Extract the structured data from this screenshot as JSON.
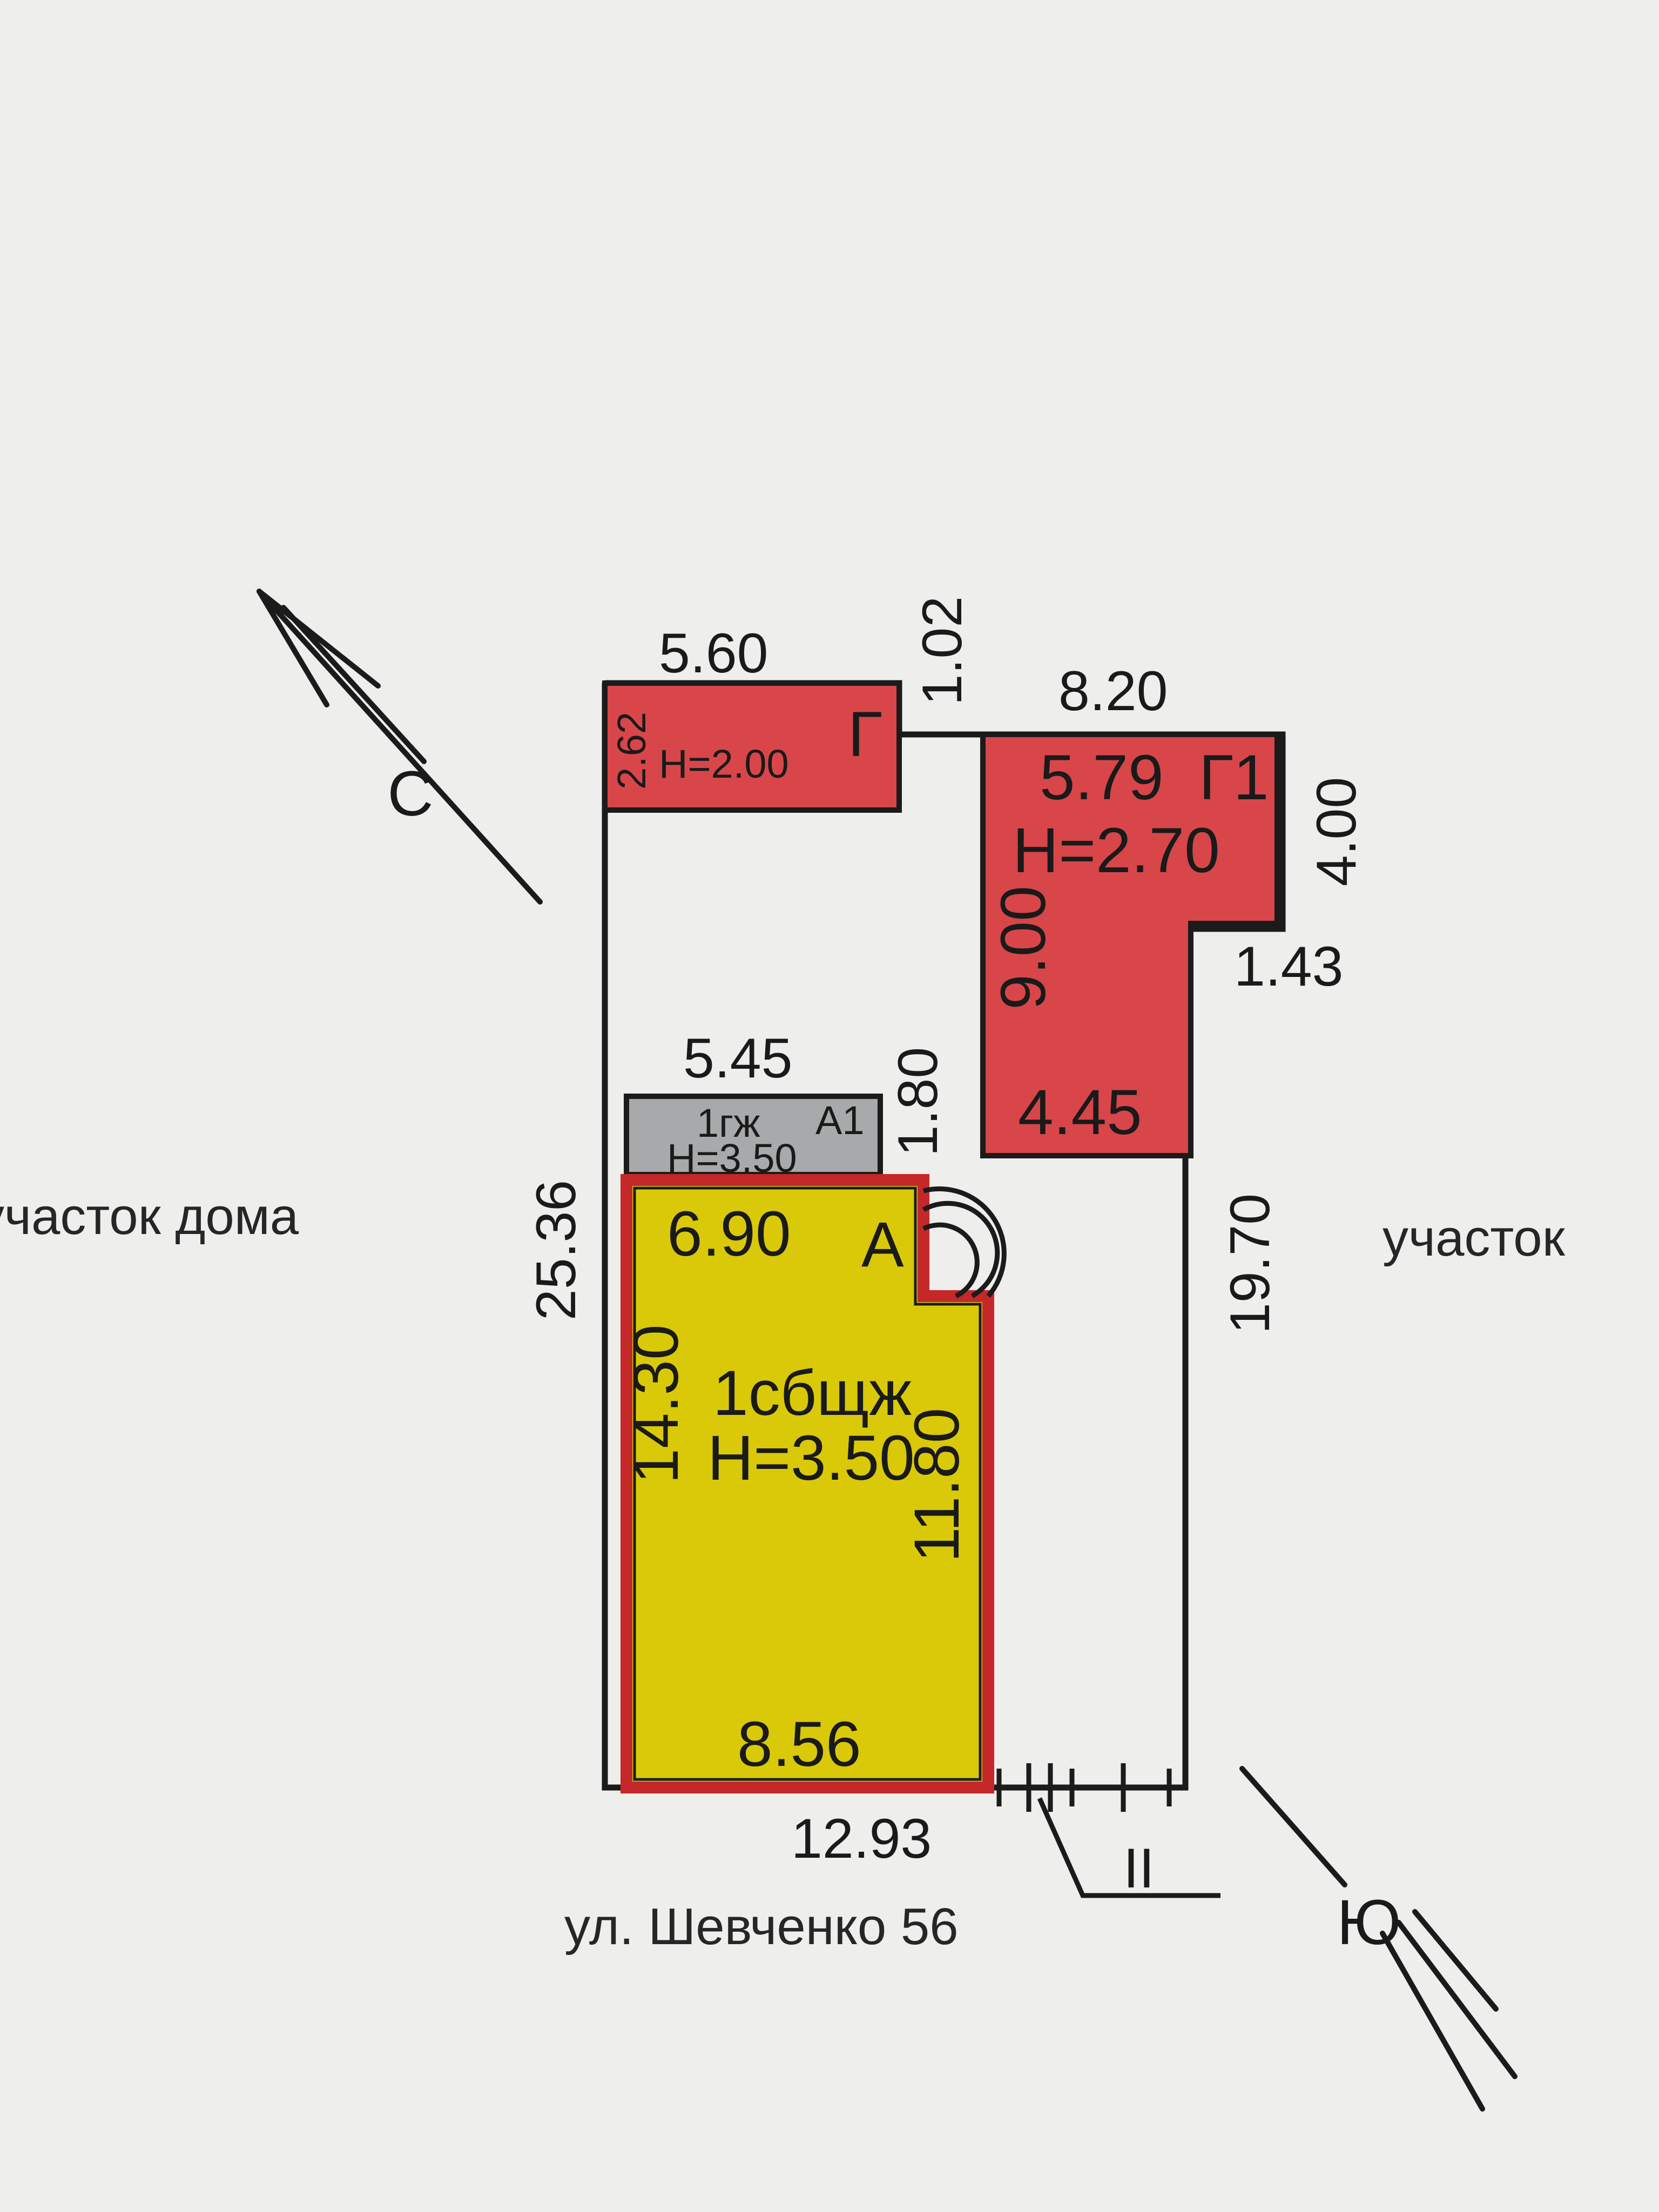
{
  "colors": {
    "paper": "#eeeeec",
    "house": "#d9c908",
    "house_outline": "#c42828",
    "annex": "#a7a9aa",
    "outbuilding": "#d8464a",
    "line": "#1b1b1b"
  },
  "compass": {
    "north": "С",
    "south": "Ю"
  },
  "neighbors": {
    "left": "участок дома",
    "right": "участок"
  },
  "street": "ул. Шевченко 56",
  "gate_mark": "II",
  "plot_dims": {
    "left": "25.36",
    "right": "19.70",
    "bottom": "12.93",
    "top_left": "5.60",
    "top_step": "1.02",
    "top_right": "8.20",
    "right_step_vertical": "4.00",
    "right_step_horizontal": "1.43"
  },
  "house": {
    "code": "А",
    "label": "1сбщж",
    "height": "H=3.50",
    "dims": {
      "top": "6.90",
      "left": "14.30",
      "right": "11.80",
      "bottom": "8.56"
    }
  },
  "annex": {
    "code": "А1",
    "label": "1гж",
    "height": "H=3.50",
    "dims": {
      "top": "5.45",
      "right": "1.80"
    }
  },
  "garage": {
    "code": "Г",
    "height": "H=2.00",
    "dims": {
      "left": "2.62"
    }
  },
  "shed": {
    "code": "Г1",
    "height": "H=2.70",
    "dims": {
      "top": "5.79",
      "left": "9.00",
      "bottom": "4.45"
    }
  }
}
